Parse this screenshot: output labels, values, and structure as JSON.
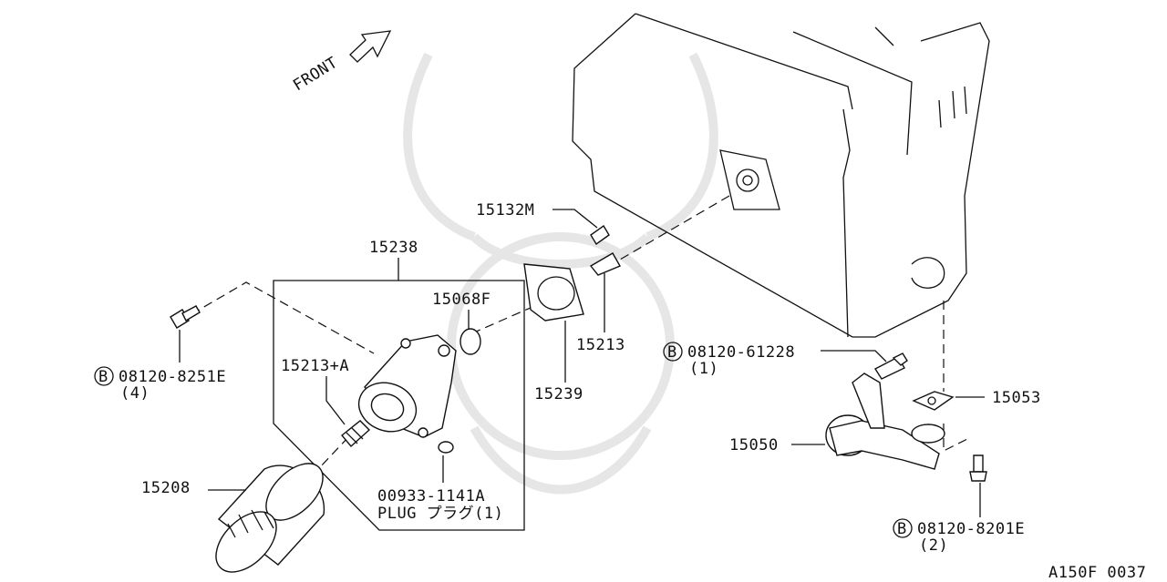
{
  "diagram": {
    "front_label": "FRONT",
    "figure_code": "A150F 0037",
    "bolt_marker": "B",
    "callouts": {
      "p15132M": "15132M",
      "p15238": "15238",
      "p15068F": "15068F",
      "p15213A": "15213+A",
      "p08120_8251E": "08120-8251E",
      "q4": "(4)",
      "p15213": "15213",
      "p15239": "15239",
      "p15208": "15208",
      "p00933": "00933-1141A",
      "plug": "PLUG プラグ(1)",
      "p08120_61228": "08120-61228",
      "q1": "(1)",
      "p15053": "15053",
      "p15050": "15050",
      "p08120_8201E": "08120-8201E",
      "q2": "(2)"
    }
  }
}
